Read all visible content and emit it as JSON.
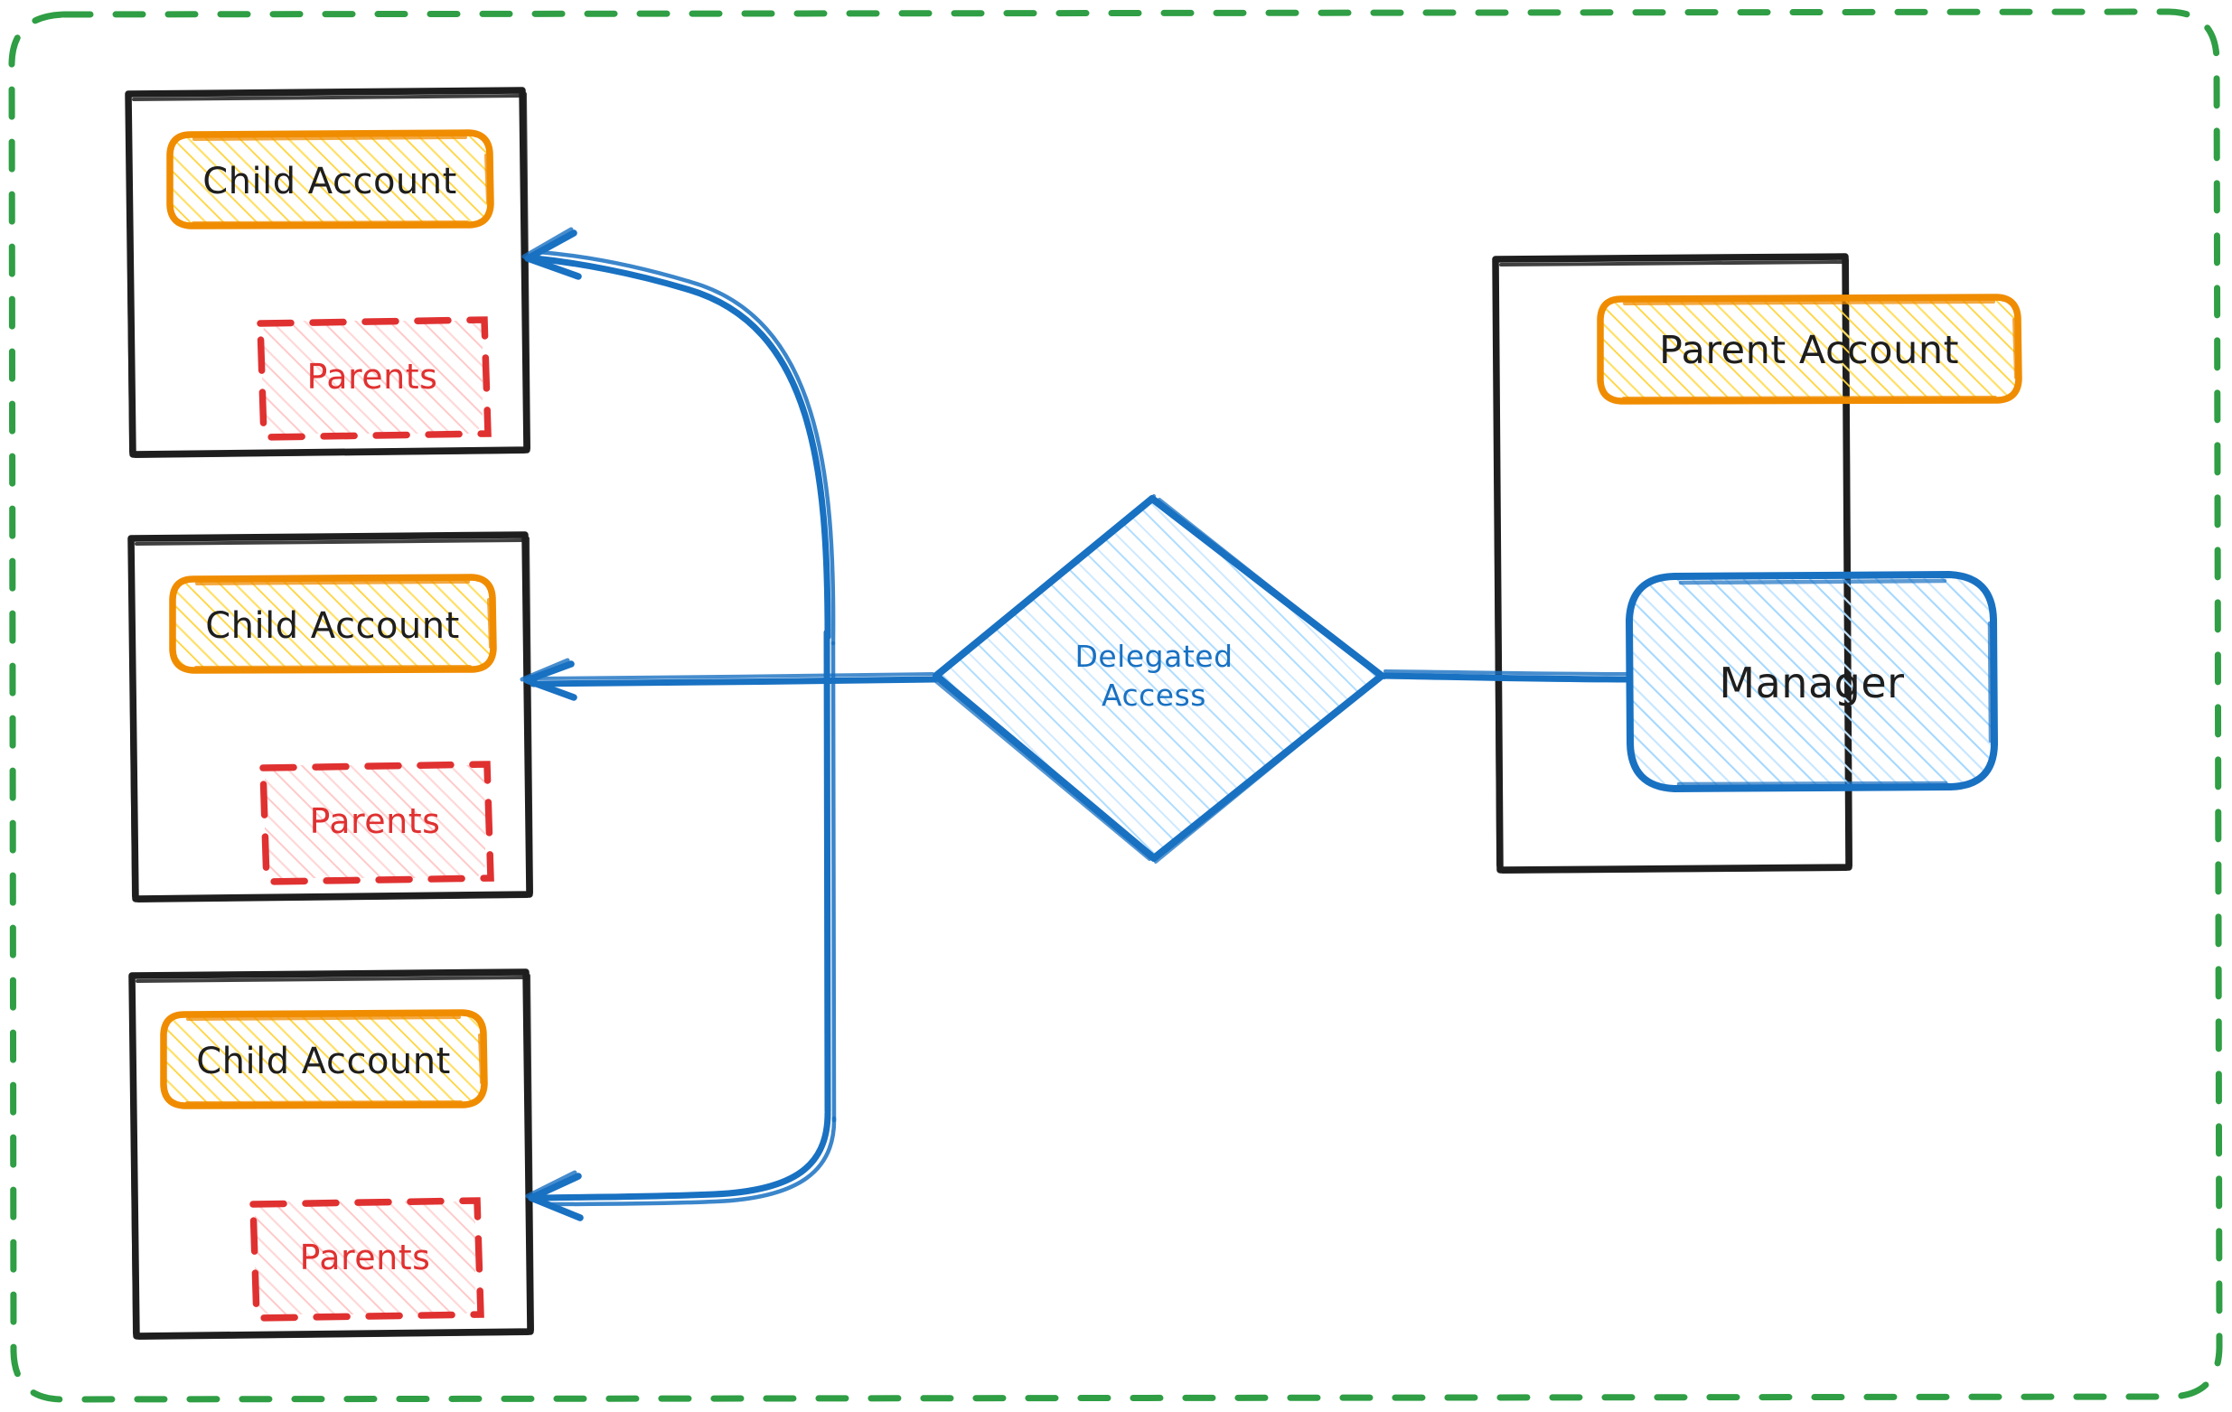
{
  "diagram": {
    "title": "Delegated Access between Parent and Child Accounts",
    "type": "flow-diagram",
    "style": "hand-drawn",
    "background": "#ffffff",
    "outer_boundary": {
      "name": "organization-boundary",
      "stroke_style": "dashed",
      "color": "#2f9e44",
      "shape": "rounded-rectangle"
    },
    "colors": {
      "orange_stroke": "#f08c00",
      "orange_fill": "#ffec99",
      "red_stroke": "#e03131",
      "red_fill": "#ffc9c9",
      "blue_stroke": "#1971c2",
      "blue_fill": "#a5d8ff",
      "black_stroke": "#1e1e1e",
      "green_stroke": "#2f9e44"
    }
  },
  "child_accounts": [
    {
      "container_label": "child-account-container-1",
      "account_label": "Child Account",
      "parents_label": "Parents"
    },
    {
      "container_label": "child-account-container-2",
      "account_label": "Child Account",
      "parents_label": "Parents"
    },
    {
      "container_label": "child-account-container-3",
      "account_label": "Child Account",
      "parents_label": "Parents"
    }
  ],
  "parent_account": {
    "container_label": "parent-account-container",
    "account_label": "Parent Account",
    "manager_label": "Manager"
  },
  "delegated_access": {
    "line1": "Delegated",
    "line2": "Access"
  },
  "connections": [
    {
      "from": "Manager",
      "to": "Delegated Access",
      "arrow": false
    },
    {
      "from": "Delegated Access",
      "to": "Child Account 1",
      "arrow": true
    },
    {
      "from": "Delegated Access",
      "to": "Child Account 2",
      "arrow": true
    },
    {
      "from": "Delegated Access",
      "to": "Child Account 3",
      "arrow": true
    }
  ]
}
